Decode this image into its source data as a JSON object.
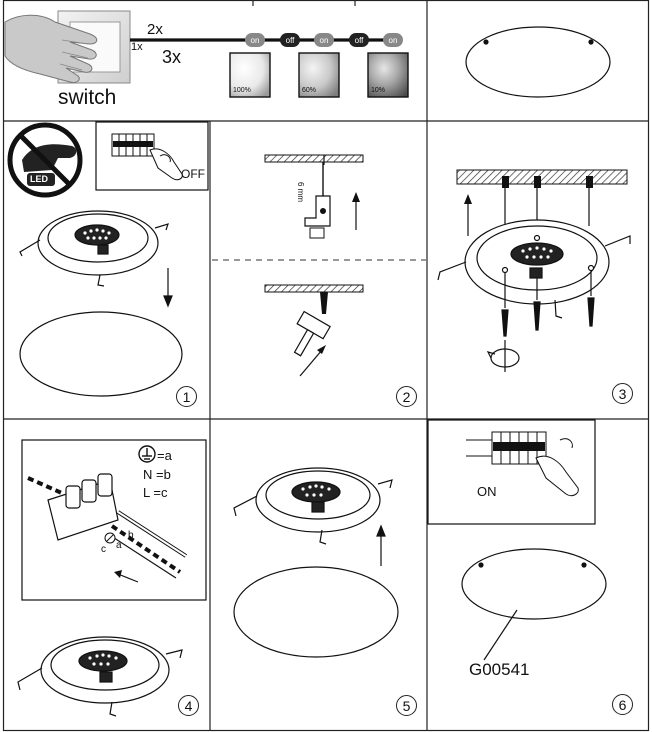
{
  "switch": {
    "label": "switch",
    "press_1": "1x",
    "press_2": "2x",
    "press_3": "3x",
    "modes": [
      {
        "state": "on",
        "level": "100%"
      },
      {
        "state": "off"
      },
      {
        "state": "on",
        "level": "60%"
      },
      {
        "state": "off"
      },
      {
        "state": "on",
        "level": "10%"
      }
    ],
    "colors": {
      "on": "#888888",
      "off": "#222222"
    }
  },
  "step1": {
    "number": "1",
    "led_label": "LED",
    "state_label": "OFF"
  },
  "step2": {
    "number": "2",
    "drill_size": "6 mm"
  },
  "step3": {
    "number": "3"
  },
  "step4": {
    "number": "4",
    "legend": [
      "=a",
      "N =b",
      "L =c"
    ],
    "terminal_labels": [
      "c",
      "a",
      "b"
    ]
  },
  "step5": {
    "number": "5"
  },
  "step6": {
    "number": "6",
    "state_label": "ON",
    "product_code": "G00541"
  }
}
